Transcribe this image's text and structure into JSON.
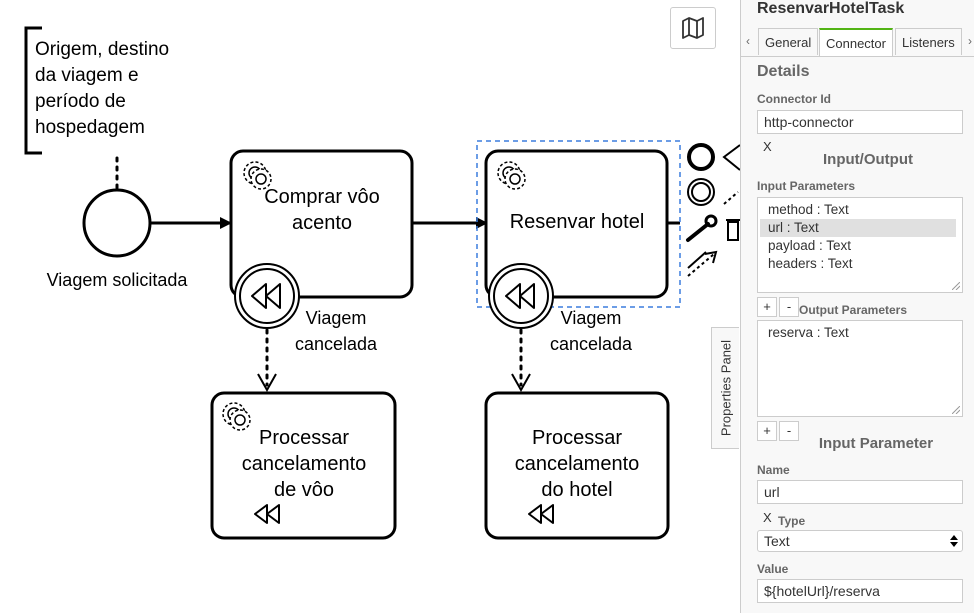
{
  "diagram": {
    "annotation_text": [
      "Origem, destino",
      "da viagem e",
      "período de",
      "hospedagem"
    ],
    "start_event_label": "Viagem solicitada",
    "task1_label": [
      "Comprar vôo",
      "acento"
    ],
    "task2_label": "Resenvar hotel",
    "boundary1_label": [
      "Viagem",
      "cancelada"
    ],
    "boundary2_label": [
      "Viagem",
      "cancelada"
    ],
    "comp1_label": [
      "Processar",
      "cancelamento",
      "de vôo"
    ],
    "comp2_label": [
      "Processar",
      "cancelamento",
      "do hotel"
    ]
  },
  "panel_toggle_label": "Properties Panel",
  "panel": {
    "title": "ResenvarHotelTask",
    "tabs": [
      "General",
      "Connector",
      "Listeners"
    ],
    "active_tab": "Connector",
    "details_title": "Details",
    "connector_id_label": "Connector Id",
    "connector_id_value": "http-connector",
    "clear_x": "X",
    "io_title": "Input/Output",
    "input_params_label": "Input Parameters",
    "input_params": [
      "method : Text",
      "url : Text",
      "payload : Text",
      "headers : Text"
    ],
    "selected_input": "url : Text",
    "add_label": "+",
    "remove_label": "-",
    "output_params_label": "Output Parameters",
    "output_params": [
      "reserva : Text"
    ],
    "input_param_title": "Input Parameter",
    "name_label": "Name",
    "name_value": "url",
    "type_label": "Type",
    "type_value": "Text",
    "value_label": "Value",
    "value_value": "${hotelUrl}/reserva"
  },
  "colors": {
    "accent_tab": "#52b415",
    "selection": "#3b7ddd"
  }
}
